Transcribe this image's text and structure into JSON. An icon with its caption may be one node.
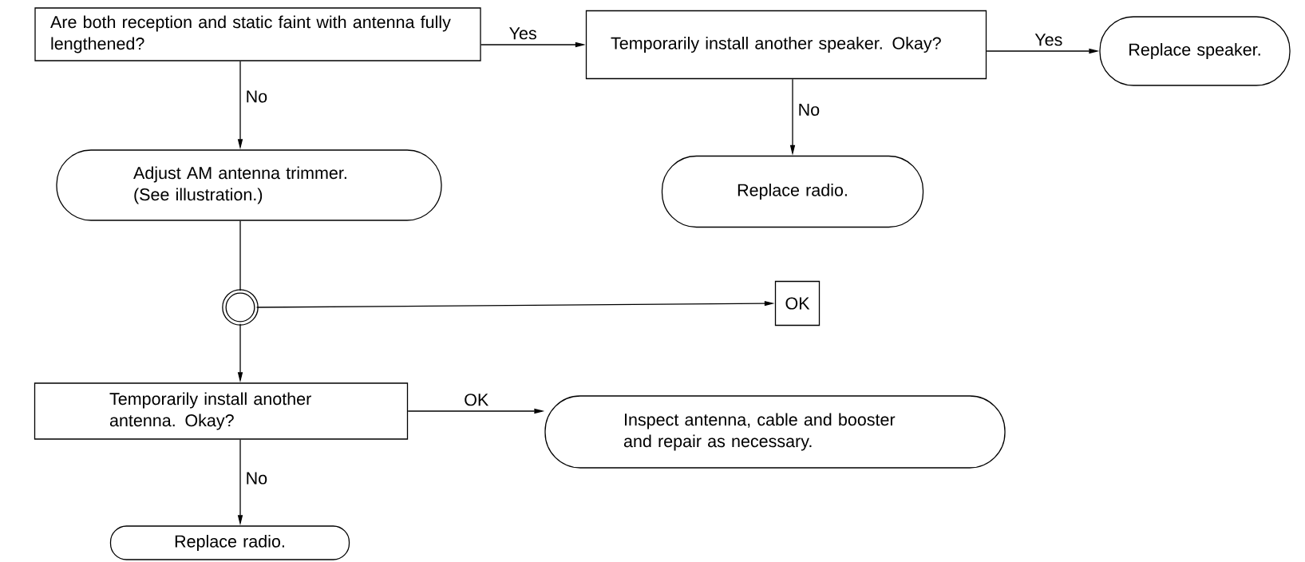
{
  "diagram": {
    "nodes": [
      {
        "text": [
          "Are both reception and static faint with antenna fully lengthened?"
        ]
      },
      {
        "text": [
          "Temporarily install another speaker. Okay?"
        ]
      },
      {
        "text": [
          "Replace speaker."
        ]
      },
      {
        "text": [
          "Adjust AM antenna trimmer. (See illustration.)"
        ]
      },
      {
        "text": [
          "Replace radio."
        ]
      },
      {
        "text": [],
        "shape": "circle"
      },
      {
        "text": [
          "OK"
        ]
      },
      {
        "text": [
          "Temporarily install another antenna. Okay?"
        ]
      },
      {
        "text": [
          "Inspect antenna, cable and booster and repair as necessary."
        ]
      },
      {
        "text": [
          "Replace radio."
        ]
      }
    ],
    "edges": [
      {
        "from": 0,
        "to": 1,
        "arrow": "to",
        "label": "Yes"
      },
      {
        "from": 1,
        "to": 2,
        "arrow": "to",
        "label": "Yes"
      },
      {
        "from": 0,
        "to": 3,
        "arrow": "to",
        "label": "No"
      },
      {
        "from": 1,
        "to": 4,
        "arrow": "to",
        "label": "No"
      },
      {
        "from": 3,
        "to": 5,
        "arrow": "none"
      },
      {
        "from": 5,
        "to": 6,
        "arrow": "to"
      },
      {
        "from": 5,
        "to": 7,
        "arrow": "to"
      },
      {
        "from": 7,
        "to": 8,
        "arrow": "to",
        "label": "OK"
      },
      {
        "from": 7,
        "to": 9,
        "arrow": "to",
        "label": "No"
      }
    ]
  }
}
